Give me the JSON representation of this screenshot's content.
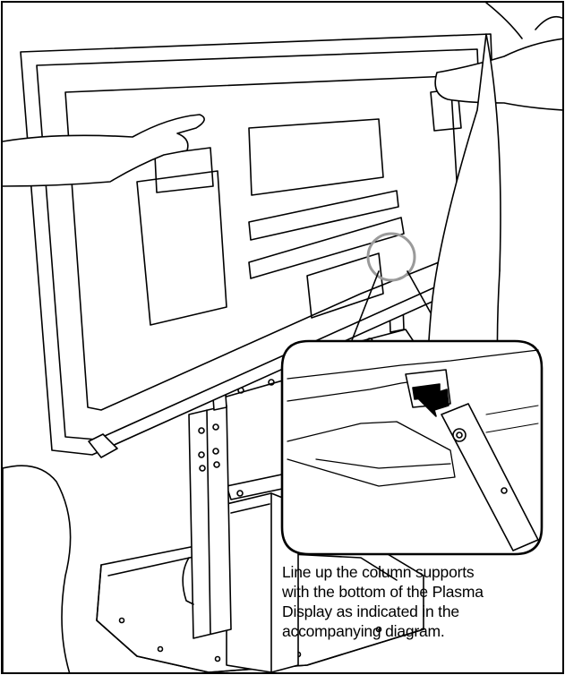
{
  "caption": {
    "lines": [
      "Line up the column supports",
      "with the bottom of the Plasma",
      "Display as indicated in the",
      "accompanying diagram."
    ]
  },
  "colors": {
    "line": "#000000",
    "background": "#ffffff",
    "highlight_circle": "#9a9a9a",
    "arrow": "#000000"
  }
}
